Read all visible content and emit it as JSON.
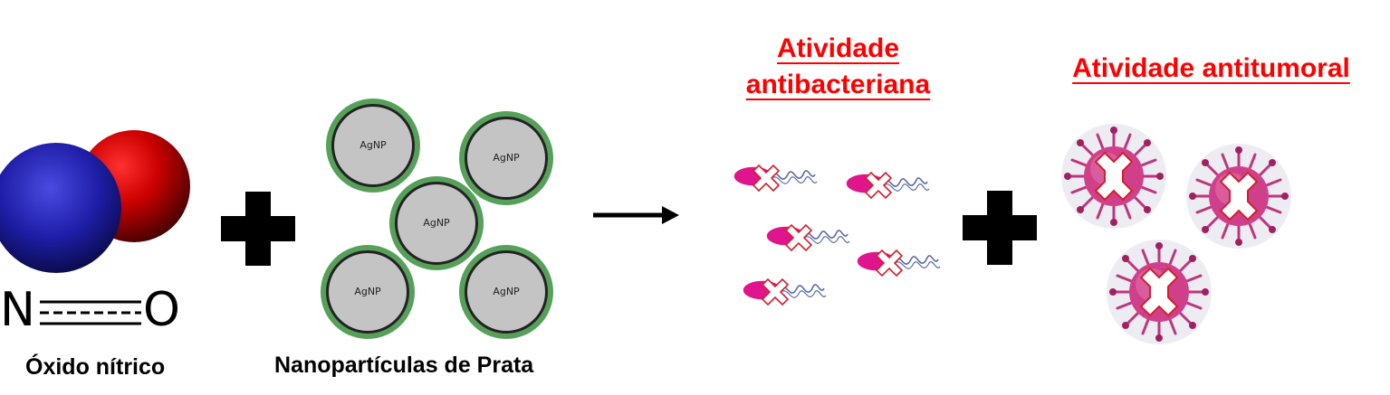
{
  "nitric_oxide": {
    "formula_left": "N",
    "formula_right": "O",
    "label": "Óxido nítrico"
  },
  "nanoparticles": {
    "label": "Nanopartículas de Prata",
    "items": [
      "AgNP",
      "AgNP",
      "AgNP",
      "AgNP",
      "AgNP"
    ]
  },
  "antibacterial": {
    "title_line1": "Atividade",
    "title_line2": "antibacteriana"
  },
  "antitumor": {
    "title": "Atividade antitumoral"
  },
  "colors": {
    "title_red": "#ff0000",
    "np_ring": "#56a05a",
    "np_fill": "#c4c4c4",
    "bacteria_body": "#e0148c",
    "tumor": "#c0357a"
  }
}
